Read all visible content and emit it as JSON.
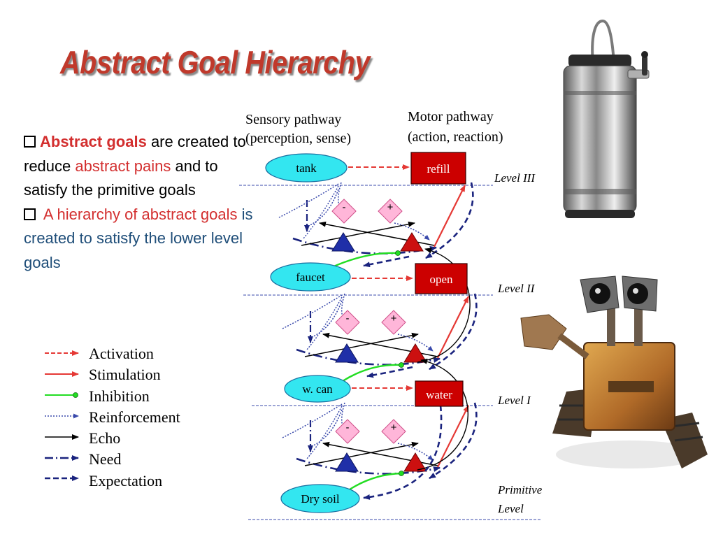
{
  "slide": {
    "title": "Abstract Goal Hierarchy",
    "bullet1": {
      "lead": "Abstract goals",
      "t1": " are created to reduce ",
      "red": "abstract pains",
      "t2": " and to satisfy the primitive goals"
    },
    "bullet2": {
      "red": " A hierarchy of abstract goals",
      "t1": " is created to satisfy the lower level goals"
    }
  },
  "diagram": {
    "sensory_heading_1": "Sensory pathway",
    "sensory_heading_2": "(perception, sense)",
    "motor_heading_1": "Motor pathway",
    "motor_heading_2": "(action, reaction)",
    "levels": {
      "l3": "Level III",
      "l2": "Level II",
      "l1": "Level I",
      "p1": "Primitive",
      "p2": "Level"
    },
    "nodes": {
      "tank": "tank",
      "faucet": "faucet",
      "wcan": "w. can",
      "drysoil": "Dry soil",
      "refill": "refill",
      "open": "open",
      "water": "water",
      "minus": "-",
      "plus": "+"
    },
    "legend": {
      "activation": "Activation",
      "stimulation": "Stimulation",
      "inhibition": "Inhibition",
      "reinforcement": "Reinforcement",
      "echo": "Echo",
      "need": "Need",
      "expectation": "Expectation"
    }
  },
  "colors": {
    "title": "#c0392b",
    "ellipse": "#33e6f0",
    "action_box": "#cc0000",
    "diamond": "#ffb6d9",
    "need": "#1a237e",
    "inhibition": "#22dd22",
    "activation": "#e53935"
  }
}
